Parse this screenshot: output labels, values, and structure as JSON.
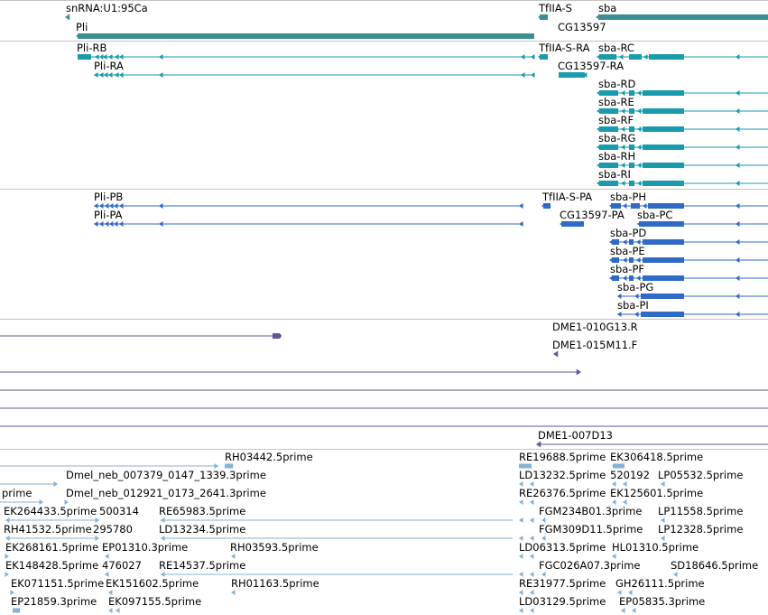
{
  "colors": {
    "gene": "#3a8e93",
    "transcript": "#1a9aad",
    "protein": "#2f6ac6",
    "clone": "#6b509c",
    "est": "#84b2d6",
    "divider": "#c4c4c4"
  },
  "tracks": {
    "genes": {
      "name": "gene-track",
      "features": [
        {
          "label": "snRNA:U1:95Ca"
        },
        {
          "label": "Pli"
        },
        {
          "label": "TfIIA-S"
        },
        {
          "label": "sba"
        },
        {
          "label": "CG13597"
        }
      ]
    },
    "transcripts": {
      "name": "transcript-track",
      "features": [
        {
          "label": "Pli-RB"
        },
        {
          "label": "Pli-RA"
        },
        {
          "label": "TfIIA-S-RA"
        },
        {
          "label": "sba-RC"
        },
        {
          "label": "CG13597-RA"
        },
        {
          "label": "sba-RD"
        },
        {
          "label": "sba-RE"
        },
        {
          "label": "sba-RF"
        },
        {
          "label": "sba-RG"
        },
        {
          "label": "sba-RH"
        },
        {
          "label": "sba-RI"
        }
      ]
    },
    "proteins": {
      "name": "protein-track",
      "features": [
        {
          "label": "Pli-PB"
        },
        {
          "label": "Pli-PA"
        },
        {
          "label": "TfIIA-S-PA"
        },
        {
          "label": "sba-PH"
        },
        {
          "label": "CG13597-PA"
        },
        {
          "label": "sba-PC"
        },
        {
          "label": "sba-PD"
        },
        {
          "label": "sba-PE"
        },
        {
          "label": "sba-PF"
        },
        {
          "label": "sba-PG"
        },
        {
          "label": "sba-PI"
        }
      ]
    },
    "clones": {
      "name": "clone-track",
      "features": [
        {
          "label": "DME1-010G13.R"
        },
        {
          "label": "DME1-015M11.F"
        },
        {
          "label": "DME1-007D13"
        }
      ]
    },
    "ests": {
      "name": "est-track",
      "features": [
        {
          "label": "RH03442.5prime"
        },
        {
          "label": "RE19688.5prime"
        },
        {
          "label": "EK306418.5prime"
        },
        {
          "label": "Dmel_neb_007379_0147_1339.3prime"
        },
        {
          "label": "LD13232.5prime"
        },
        {
          "label": "520192"
        },
        {
          "label": "LP05532.5prime"
        },
        {
          "label": "prime"
        },
        {
          "label": "Dmel_neb_012921_0173_2641.3prime"
        },
        {
          "label": "RE26376.5prime"
        },
        {
          "label": "EK125601.5prime"
        },
        {
          "label": "EK264433.5prime"
        },
        {
          "label": "500314"
        },
        {
          "label": "RE65983.5prime"
        },
        {
          "label": "FGM234B01.3prime"
        },
        {
          "label": "LP11558.5prime"
        },
        {
          "label": "RH41532.5prime"
        },
        {
          "label": "295780"
        },
        {
          "label": "LD13234.5prime"
        },
        {
          "label": "FGM309D11.5prime"
        },
        {
          "label": "LP12328.5prime"
        },
        {
          "label": "EK268161.5prime"
        },
        {
          "label": "EP01310.3prime"
        },
        {
          "label": "RH03593.5prime"
        },
        {
          "label": "LD06313.5prime"
        },
        {
          "label": "HL01310.5prime"
        },
        {
          "label": "EK148428.5prime"
        },
        {
          "label": "476027"
        },
        {
          "label": "RE14537.5prime"
        },
        {
          "label": "FGC026A07.3prime"
        },
        {
          "label": "SD18646.5prime"
        },
        {
          "label": "EK071151.5prime"
        },
        {
          "label": "EK151602.5prime"
        },
        {
          "label": "RH01163.5prime"
        },
        {
          "label": "RE31977.5prime"
        },
        {
          "label": "GH26111.5prime"
        },
        {
          "label": "EP21859.3prime"
        },
        {
          "label": "EK097155.5prime"
        },
        {
          "label": "LD03129.5prime"
        },
        {
          "label": "EP05835.3prime"
        }
      ]
    }
  }
}
